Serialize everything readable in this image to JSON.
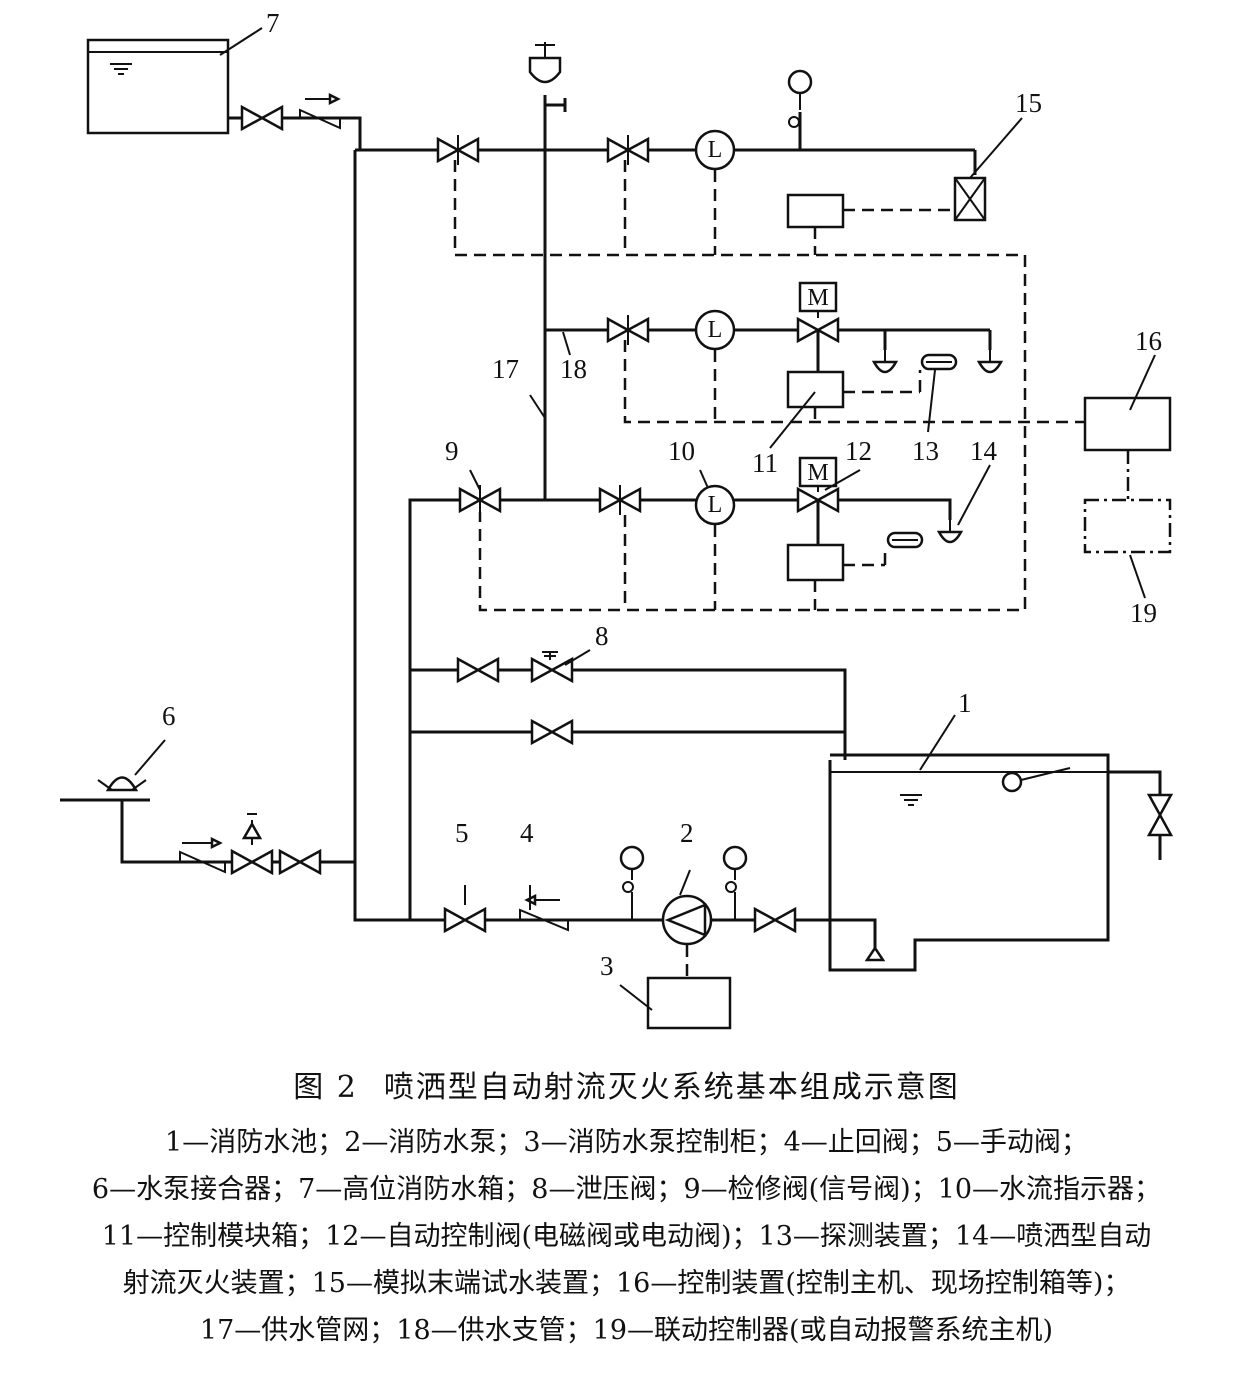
{
  "figure": {
    "number": "图 2",
    "title": "喷洒型自动射流灭火系统基本组成示意图"
  },
  "legend_lines": [
    "1—消防水池；2—消防水泵；3—消防水泵控制柜；4—止回阀；5—手动阀；",
    "6—水泵接合器；7—高位消防水箱；8—泄压阀；9—检修阀(信号阀)；10—水流指示器；",
    "11—控制模块箱；12—自动控制阀(电磁阀或电动阀)；13—探测装置；14—喷洒型自动",
    "射流灭火装置；15—模拟末端试水装置；16—控制装置(控制主机、现场控制箱等)；",
    "17—供水管网；18—供水支管；19—联动控制器(或自动报警系统主机)"
  ],
  "callouts": {
    "c1": "1",
    "c2": "2",
    "c3": "3",
    "c4": "4",
    "c5": "5",
    "c6": "6",
    "c7": "7",
    "c8": "8",
    "c9": "9",
    "c10": "10",
    "c11": "11",
    "c12": "12",
    "c13": "13",
    "c14": "14",
    "c15": "15",
    "c16": "16",
    "c17": "17",
    "c18": "18",
    "c19": "19"
  },
  "symbols": {
    "flow_indicator": "L",
    "motor": "M"
  }
}
